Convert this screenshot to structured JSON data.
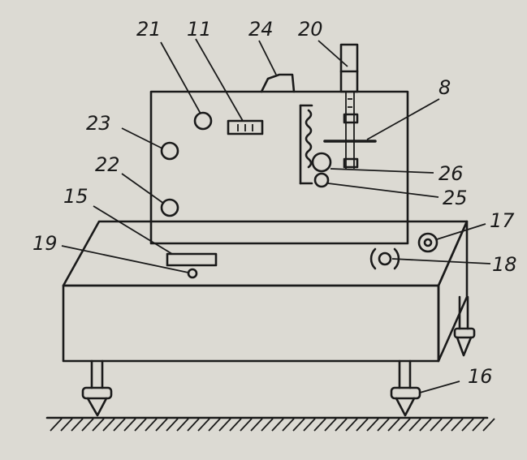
{
  "diagram": {
    "callouts": [
      {
        "id": "label-21",
        "text": "21"
      },
      {
        "id": "label-11",
        "text": "11"
      },
      {
        "id": "label-24",
        "text": "24"
      },
      {
        "id": "label-20",
        "text": "20"
      },
      {
        "id": "label-8",
        "text": "8"
      },
      {
        "id": "label-23",
        "text": "23"
      },
      {
        "id": "label-22",
        "text": "22"
      },
      {
        "id": "label-15",
        "text": "15"
      },
      {
        "id": "label-19",
        "text": "19"
      },
      {
        "id": "label-26",
        "text": "26"
      },
      {
        "id": "label-25",
        "text": "25"
      },
      {
        "id": "label-17",
        "text": "17"
      },
      {
        "id": "label-18",
        "text": "18"
      },
      {
        "id": "label-16",
        "text": "16"
      }
    ]
  }
}
